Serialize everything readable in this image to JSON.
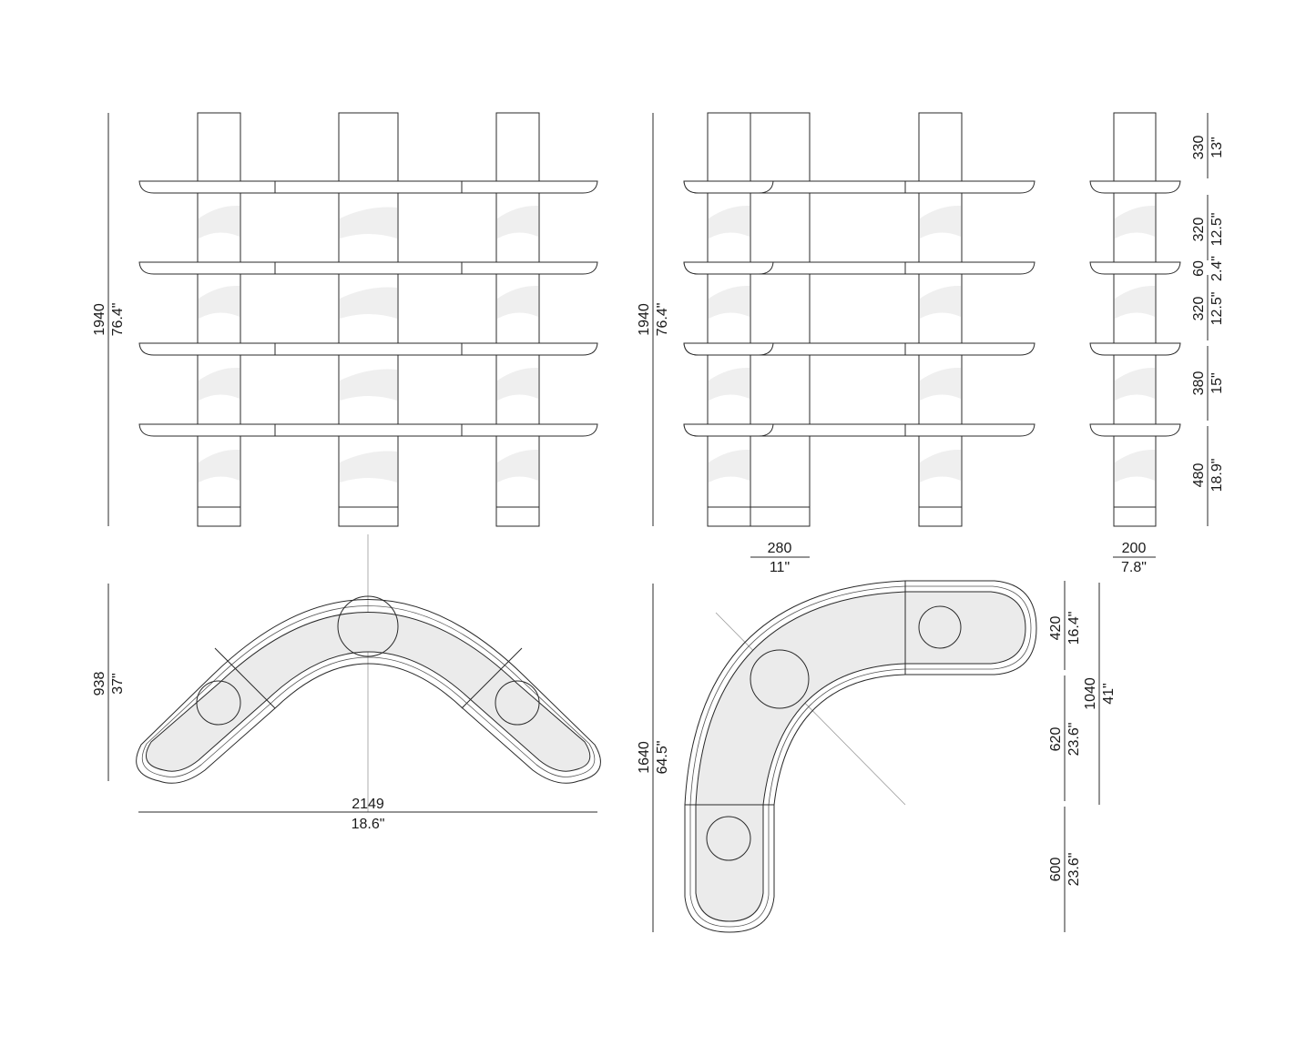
{
  "front_view": {
    "height_mm": "1940",
    "height_in": "76.4\""
  },
  "side_view": {
    "height_mm": "1940",
    "height_in": "76.4\"",
    "post_depth_mm": "280",
    "post_depth_in": "11\""
  },
  "profile_view": {
    "post_width_mm": "200",
    "post_width_in": "7.8\"",
    "spacings": [
      {
        "mm": "330",
        "in": "13\""
      },
      {
        "mm": "320",
        "in": "12.5\""
      },
      {
        "mm": "60",
        "in": "2.4\""
      },
      {
        "mm": "320",
        "in": "12.5\""
      },
      {
        "mm": "380",
        "in": "15\""
      },
      {
        "mm": "480",
        "in": "18.9\""
      }
    ]
  },
  "arc_plan": {
    "depth_mm": "938",
    "depth_in": "37\"",
    "width_mm": "2149",
    "width_in": "18.6\""
  },
  "corner_plan": {
    "height_mm": "1640",
    "height_in": "64.5\"",
    "seg1_mm": "420",
    "seg1_in": "16.4\"",
    "seg2_mm": "620",
    "seg2_in": "23.6\"",
    "seg3_mm": "600",
    "seg3_in": "23.6\"",
    "total_mm": "1040",
    "total_in": "41\""
  }
}
